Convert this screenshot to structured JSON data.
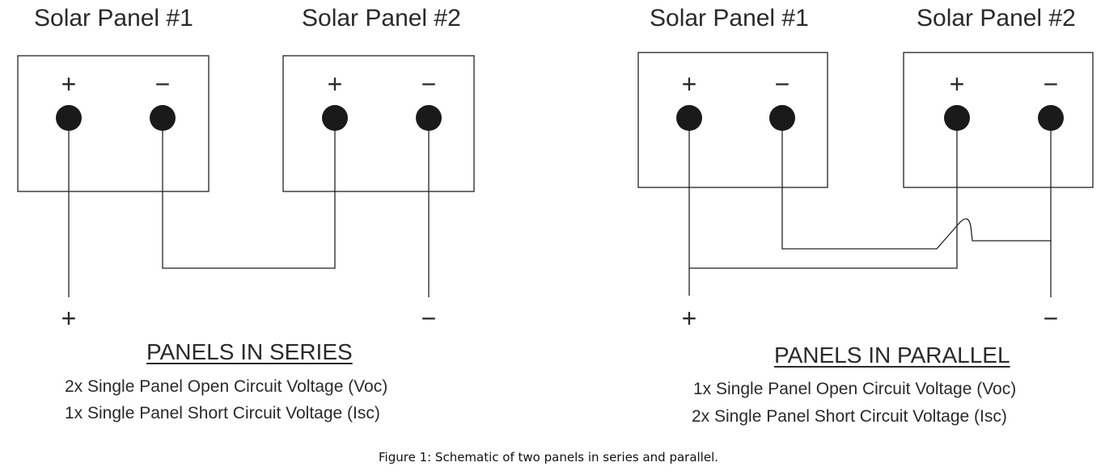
{
  "series": {
    "panel1_title": "Solar Panel #1",
    "panel2_title": "Solar Panel #2",
    "heading": "PANELS IN SERIES",
    "line1": "2x Single Panel Open Circuit Voltage (Voc)",
    "line2": "1x Single Panel Short Circuit Voltage (Isc)"
  },
  "parallel": {
    "panel1_title": "Solar Panel #1",
    "panel2_title": "Solar Panel #2",
    "heading": "PANELS IN PARALLEL",
    "line1": "1x Single Panel Open Circuit Voltage (Voc)",
    "line2": "2x Single Panel Short Circuit Voltage (Isc)"
  },
  "symbols": {
    "plus": "+",
    "minus": "−"
  },
  "caption": "Figure 1: Schematic of two panels in series and parallel.",
  "colors": {
    "line": "#222222",
    "terminal": "#1a1a1a",
    "text": "#2a2a2a"
  }
}
